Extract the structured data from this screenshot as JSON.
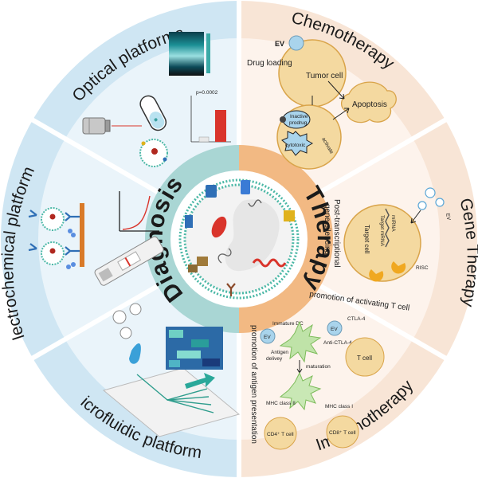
{
  "colors": {
    "diagnosis_outer": "#cfe6f3",
    "diagnosis_inner": "#eaf4fa",
    "diagnosis_ring": "#a9d6d4",
    "therapy_outer": "#f8e5d6",
    "therapy_inner": "#fdf3ec",
    "therapy_ring": "#f2b983",
    "cell": "#f4d9a0",
    "cell_edge": "#d9a44a",
    "membrane": "#4bb8a6",
    "ev_blue": "#a9d4ec"
  },
  "ring": {
    "diagnosis": "Diagnosis",
    "therapy": "Therapy"
  },
  "segments": {
    "optical": "Optical platforms",
    "electrochemical": "Electrochemical platforms",
    "microfluidic": "Microfluidic platforms",
    "chemotherapy": "Chemotherapy",
    "gene": "Gene Therapy",
    "immuno": "Immunotherapy"
  },
  "optical_panel": {
    "pvalue": "p=0.0002"
  },
  "chemo_panel": {
    "ev": "EV",
    "drug_loading": "Drug loading",
    "tumor_cell": "Tumor cell",
    "apoptosis": "Apoptosis",
    "inactive": "Inactive",
    "prodrug": "prodrug",
    "activate": "activate",
    "cytotoxic": "cytotoxic"
  },
  "gene_panel": {
    "title_line1": "Post-transcriptional",
    "title_line2": "gene silencing",
    "target_cell": "Target cell",
    "target_mrna": "Target mRNA",
    "mirna": "miRNA",
    "risc": "RISC",
    "ev": "EV"
  },
  "immuno_panel": {
    "promotion_activating": "promotion of activating T cell",
    "promotion_antigen": "promotion of antigen presentation",
    "immature_dc": "Immature DC",
    "ev_left": "EV",
    "antigen_line1": "Antigen",
    "antigen_line2": "delivey",
    "maturation": "maturation",
    "ev_right": "EV",
    "ctla4": "CTLA-4",
    "anti_ctla4": "Anti-CTLA-4",
    "t_cell": "T cell",
    "mhc2": "MHC class II",
    "mhc1": "MHC class I",
    "cd4": "CD4⁺ T cell",
    "cd8": "CD8⁺ T cell"
  }
}
